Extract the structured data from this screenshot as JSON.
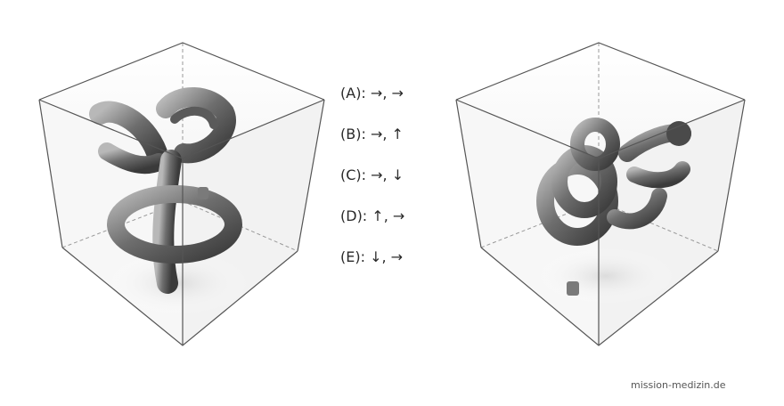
{
  "answer_options": [
    {
      "label": "(A): →, →"
    },
    {
      "label": "(B): →, ↑"
    },
    {
      "label": "(C): →, ↓"
    },
    {
      "label": "(D): ↑, →"
    },
    {
      "label": "(E): ↓, →"
    }
  ],
  "credit": "mission-medizin.de",
  "colors": {
    "background": "#ffffff",
    "cube_edge": "#555555",
    "object_gray": "#6a6a6a",
    "text": "#2a2a2a"
  }
}
